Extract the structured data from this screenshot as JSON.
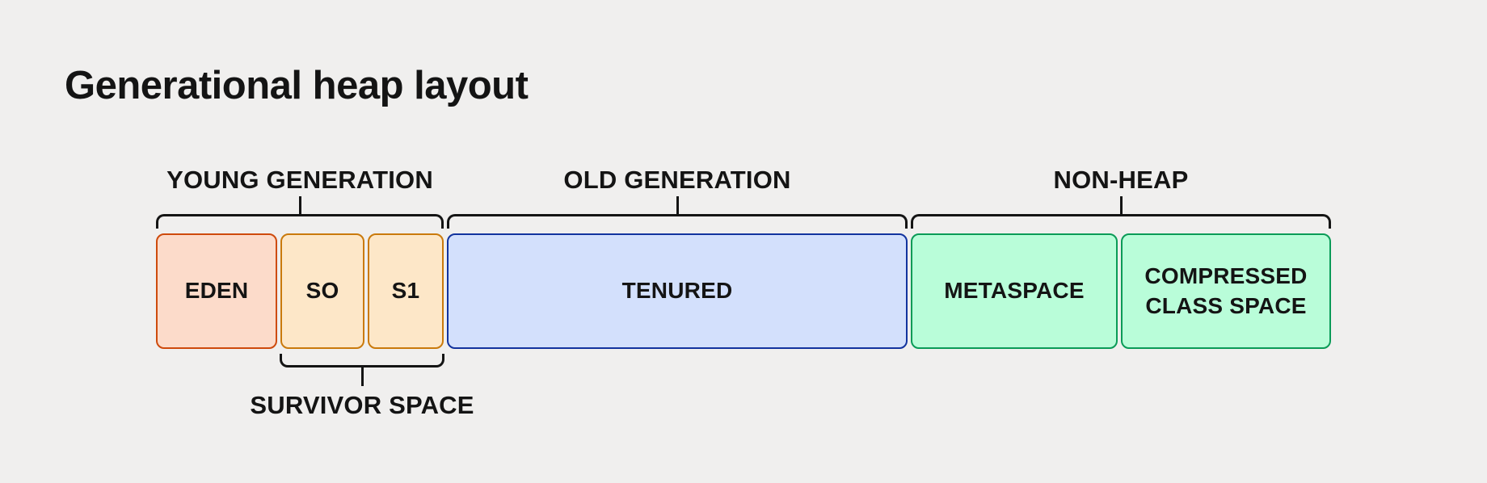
{
  "title": "Generational heap layout",
  "colors": {
    "background": "#f0efee",
    "text": "#141414",
    "brace": "#141414",
    "eden_fill": "#fcdbca",
    "eden_border": "#ce4a0c",
    "survivor_fill": "#fde7c8",
    "survivor_border": "#ca7a0c",
    "tenured_fill": "#d3e0fc",
    "tenured_border": "#12339e",
    "nonheap_fill": "#b9fdd9",
    "nonheap_border": "#0a9b57"
  },
  "groups": [
    {
      "label": "YOUNG GENERATION"
    },
    {
      "label": "OLD GENERATION"
    },
    {
      "label": "NON-HEAP"
    }
  ],
  "boxes": [
    {
      "label": "EDEN"
    },
    {
      "label": "SO"
    },
    {
      "label": "S1"
    },
    {
      "label": "TENURED"
    },
    {
      "label": "METASPACE"
    },
    {
      "label": "COMPRESSED CLASS SPACE"
    }
  ],
  "survivor_space": {
    "label": "SURVIVOR SPACE"
  }
}
